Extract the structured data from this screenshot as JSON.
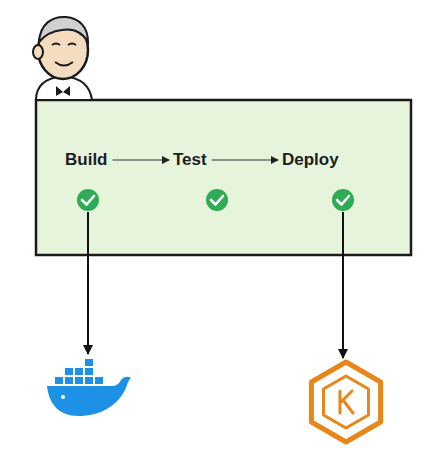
{
  "diagram": {
    "nodes": [
      {
        "text": [
          "Build"
        ]
      },
      {
        "text": [
          "Test"
        ]
      },
      {
        "text": [
          "Deploy"
        ]
      }
    ],
    "edges": [
      {
        "from": 0,
        "to": 1,
        "arrow": "to"
      },
      {
        "from": 1,
        "to": 2,
        "arrow": "to"
      }
    ]
  }
}
